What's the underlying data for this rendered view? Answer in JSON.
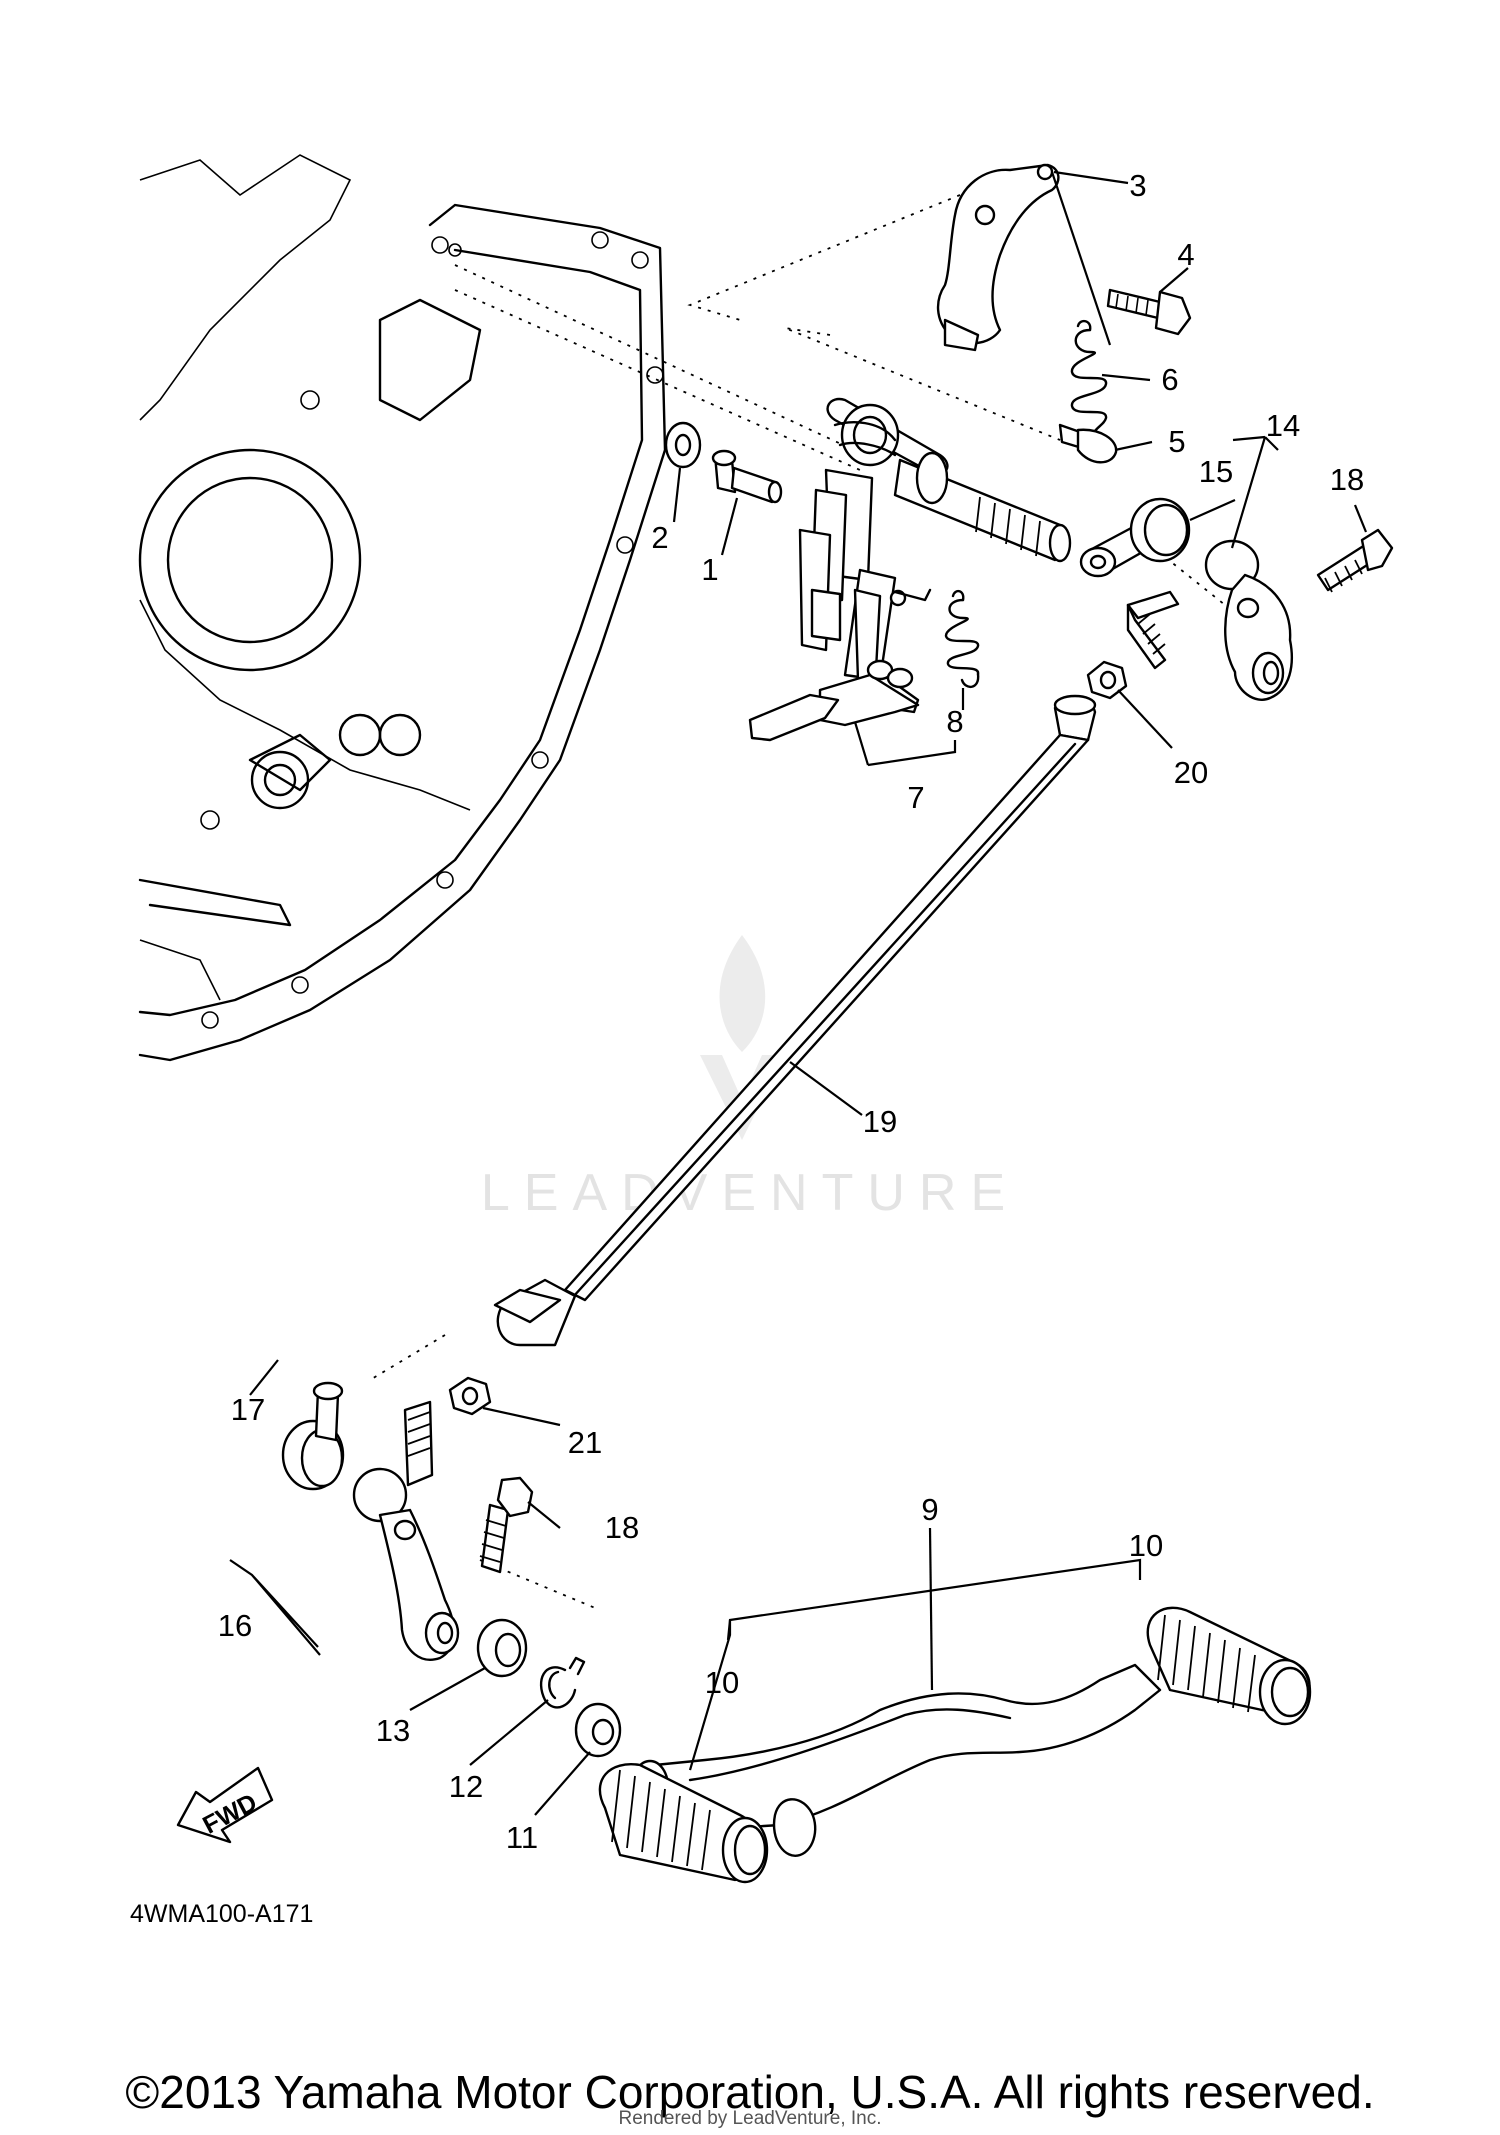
{
  "diagram": {
    "reference_code": "4WMA100-A171",
    "fwd_label": "FWD",
    "watermark": "LEADVENTURE",
    "callouts": {
      "c1": "1",
      "c2": "2",
      "c3": "3",
      "c4": "4",
      "c5": "5",
      "c6": "6",
      "c7": "7",
      "c8": "8",
      "c9": "9",
      "c10a": "10",
      "c10b": "10",
      "c11": "11",
      "c12": "12",
      "c13": "13",
      "c14": "14",
      "c15": "15",
      "c16": "16",
      "c17": "17",
      "c18a": "18",
      "c18b": "18",
      "c19": "19",
      "c20": "20",
      "c21": "21"
    }
  },
  "footer": {
    "copyright": "©2013 Yamaha Motor Corporation, U.S.A. All rights reserved.",
    "rendered_by": "Rendered by LeadVenture, Inc."
  }
}
